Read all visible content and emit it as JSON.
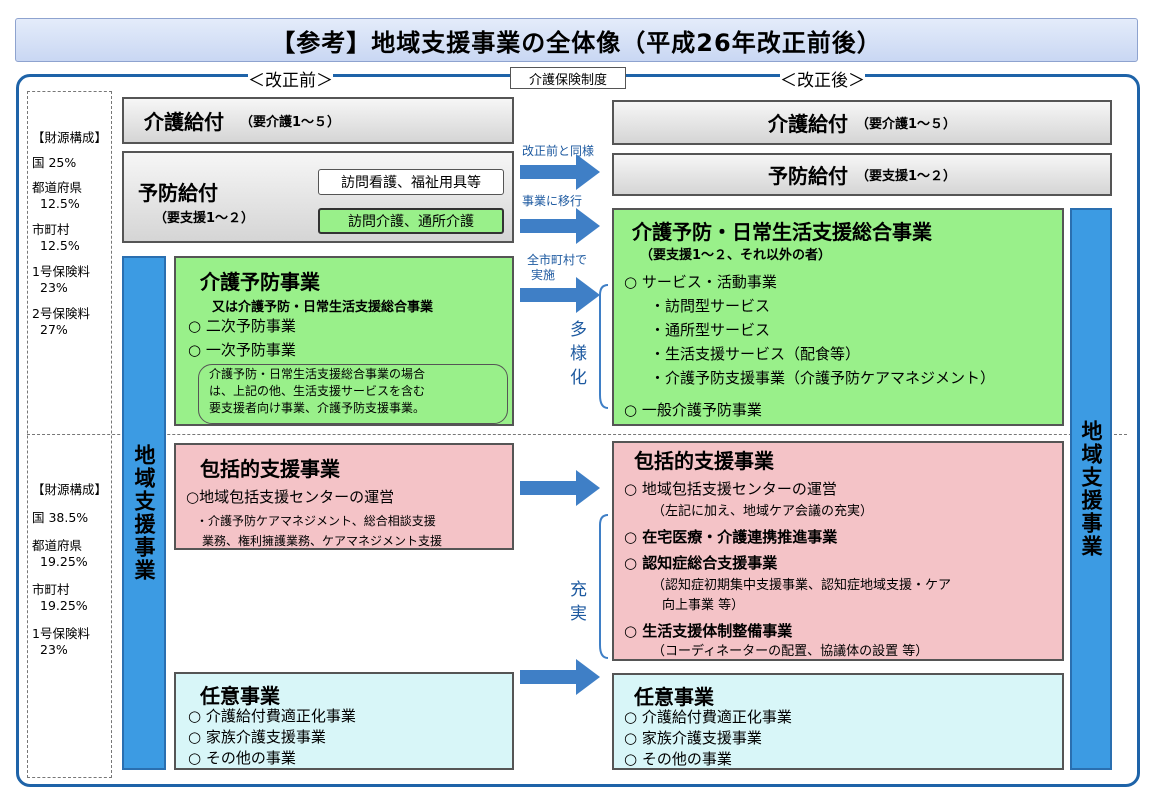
{
  "title": "【参考】地域支援事業の全体像（平成26年改正前後）",
  "outer_label": "介護保険制度",
  "before_label": "＜改正前＞",
  "after_label": "＜改正後＞",
  "finance": {
    "top": [
      "【財源構成】",
      "国  25%",
      "都道府県",
      "12.5%",
      "市町村",
      "12.5%",
      "1号保険料",
      "23%",
      "2号保険料",
      "27%"
    ],
    "bottom": [
      "【財源構成】",
      "国  38.5%",
      "都道府県",
      "19.25%",
      "市町村",
      "19.25%",
      "1号保険料",
      "23%"
    ]
  },
  "before": {
    "kaigo_kyufu": "介護給付",
    "kaigo_kyufu_sub": "（要介護1～５）",
    "yobo_kyufu": "予防給付",
    "yobo_kyufu_sub": "（要支援1～２）",
    "houmon_kango": "訪問看護、福祉用具等",
    "houmon_kaigo": "訪問介護、通所介護",
    "vertical": "地域支援事業",
    "yobo_jigyo": {
      "title": "介護予防事業",
      "sub": "又は介護予防・日常生活支援総合事業",
      "items": [
        "○ 二次予防事業",
        "○ 一次予防事業"
      ],
      "note": [
        "介護予防・日常生活支援総合事業の場合",
        "は、上記の他、生活支援サービスを含む",
        "要支援者向け事業、介護予防支援事業。"
      ]
    },
    "houkatsu": {
      "title": "包括的支援事業",
      "item": "○地域包括支援センターの運営",
      "note": [
        "・介護予防ケアマネジメント、総合相談支援",
        "業務、権利擁護業務、ケアマネジメント支援"
      ]
    },
    "nini": {
      "title": "任意事業",
      "items": [
        "○ 介護給付費適正化事業",
        "○ 家族介護支援事業",
        "○ その他の事業"
      ]
    }
  },
  "arrows": {
    "same": "改正前と同様",
    "move": "事業に移行",
    "all_muni": [
      "全市町村で",
      "実施"
    ],
    "tayouka": [
      "多",
      "様",
      "化"
    ],
    "juujitsu": [
      "充",
      "実"
    ]
  },
  "after": {
    "kaigo_kyufu": "介護給付",
    "kaigo_kyufu_sub": "（要介護1～５）",
    "yobo_kyufu": "予防給付",
    "yobo_kyufu_sub": "（要支援1～２）",
    "vertical": "地域支援事業",
    "sougou": {
      "title": "介護予防・日常生活支援総合事業",
      "sub": "（要支援1～２、それ以外の者）",
      "items": [
        "○ サービス・活動事業",
        "・訪問型サービス",
        "・通所型サービス",
        "・生活支援サービス（配食等）",
        "・介護予防支援事業（介護予防ケアマネジメント）",
        "○ 一般介護予防事業"
      ]
    },
    "houkatsu": {
      "title": "包括的支援事業",
      "items": [
        "○ 地域包括支援センターの運営",
        "（左記に加え、地域ケア会議の充実）",
        "○ 在宅医療・介護連携推進事業",
        "○ 認知症総合支援事業",
        "（認知症初期集中支援事業、認知症地域支援・ケア",
        "向上事業  等）",
        "○ 生活支援体制整備事業",
        "（コーディネーターの配置、協議体の設置  等）"
      ]
    },
    "nini": {
      "title": "任意事業",
      "items": [
        "○ 介護給付費適正化事業",
        "○ 家族介護支援事業",
        "○ その他の事業"
      ]
    }
  },
  "colors": {
    "frame": "#1e63a8",
    "arrow": "#3f7fc6",
    "green": "#99f08a",
    "pink": "#f4c3c7",
    "cyan": "#d8f6f8",
    "vertical_blue": "#3c9be3"
  }
}
